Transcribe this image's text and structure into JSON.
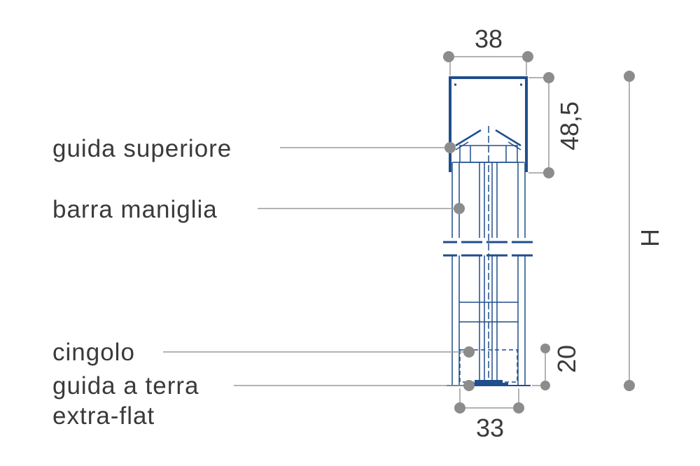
{
  "labels": {
    "top_rail": "guida superiore",
    "handle_bar": "barra maniglia",
    "belt": "cingolo",
    "floor_rail_line1": "guida a terra",
    "floor_rail_line2": "extra-flat"
  },
  "dimensions": {
    "top_width": "38",
    "top_height": "48,5",
    "bottom_width": "33",
    "belt_height": "20",
    "overall_height": "H"
  },
  "colors": {
    "profile": "#1f4e8c",
    "leader": "#9a9a9a",
    "dot": "#8c8c8c",
    "text": "#3a3a3a"
  }
}
